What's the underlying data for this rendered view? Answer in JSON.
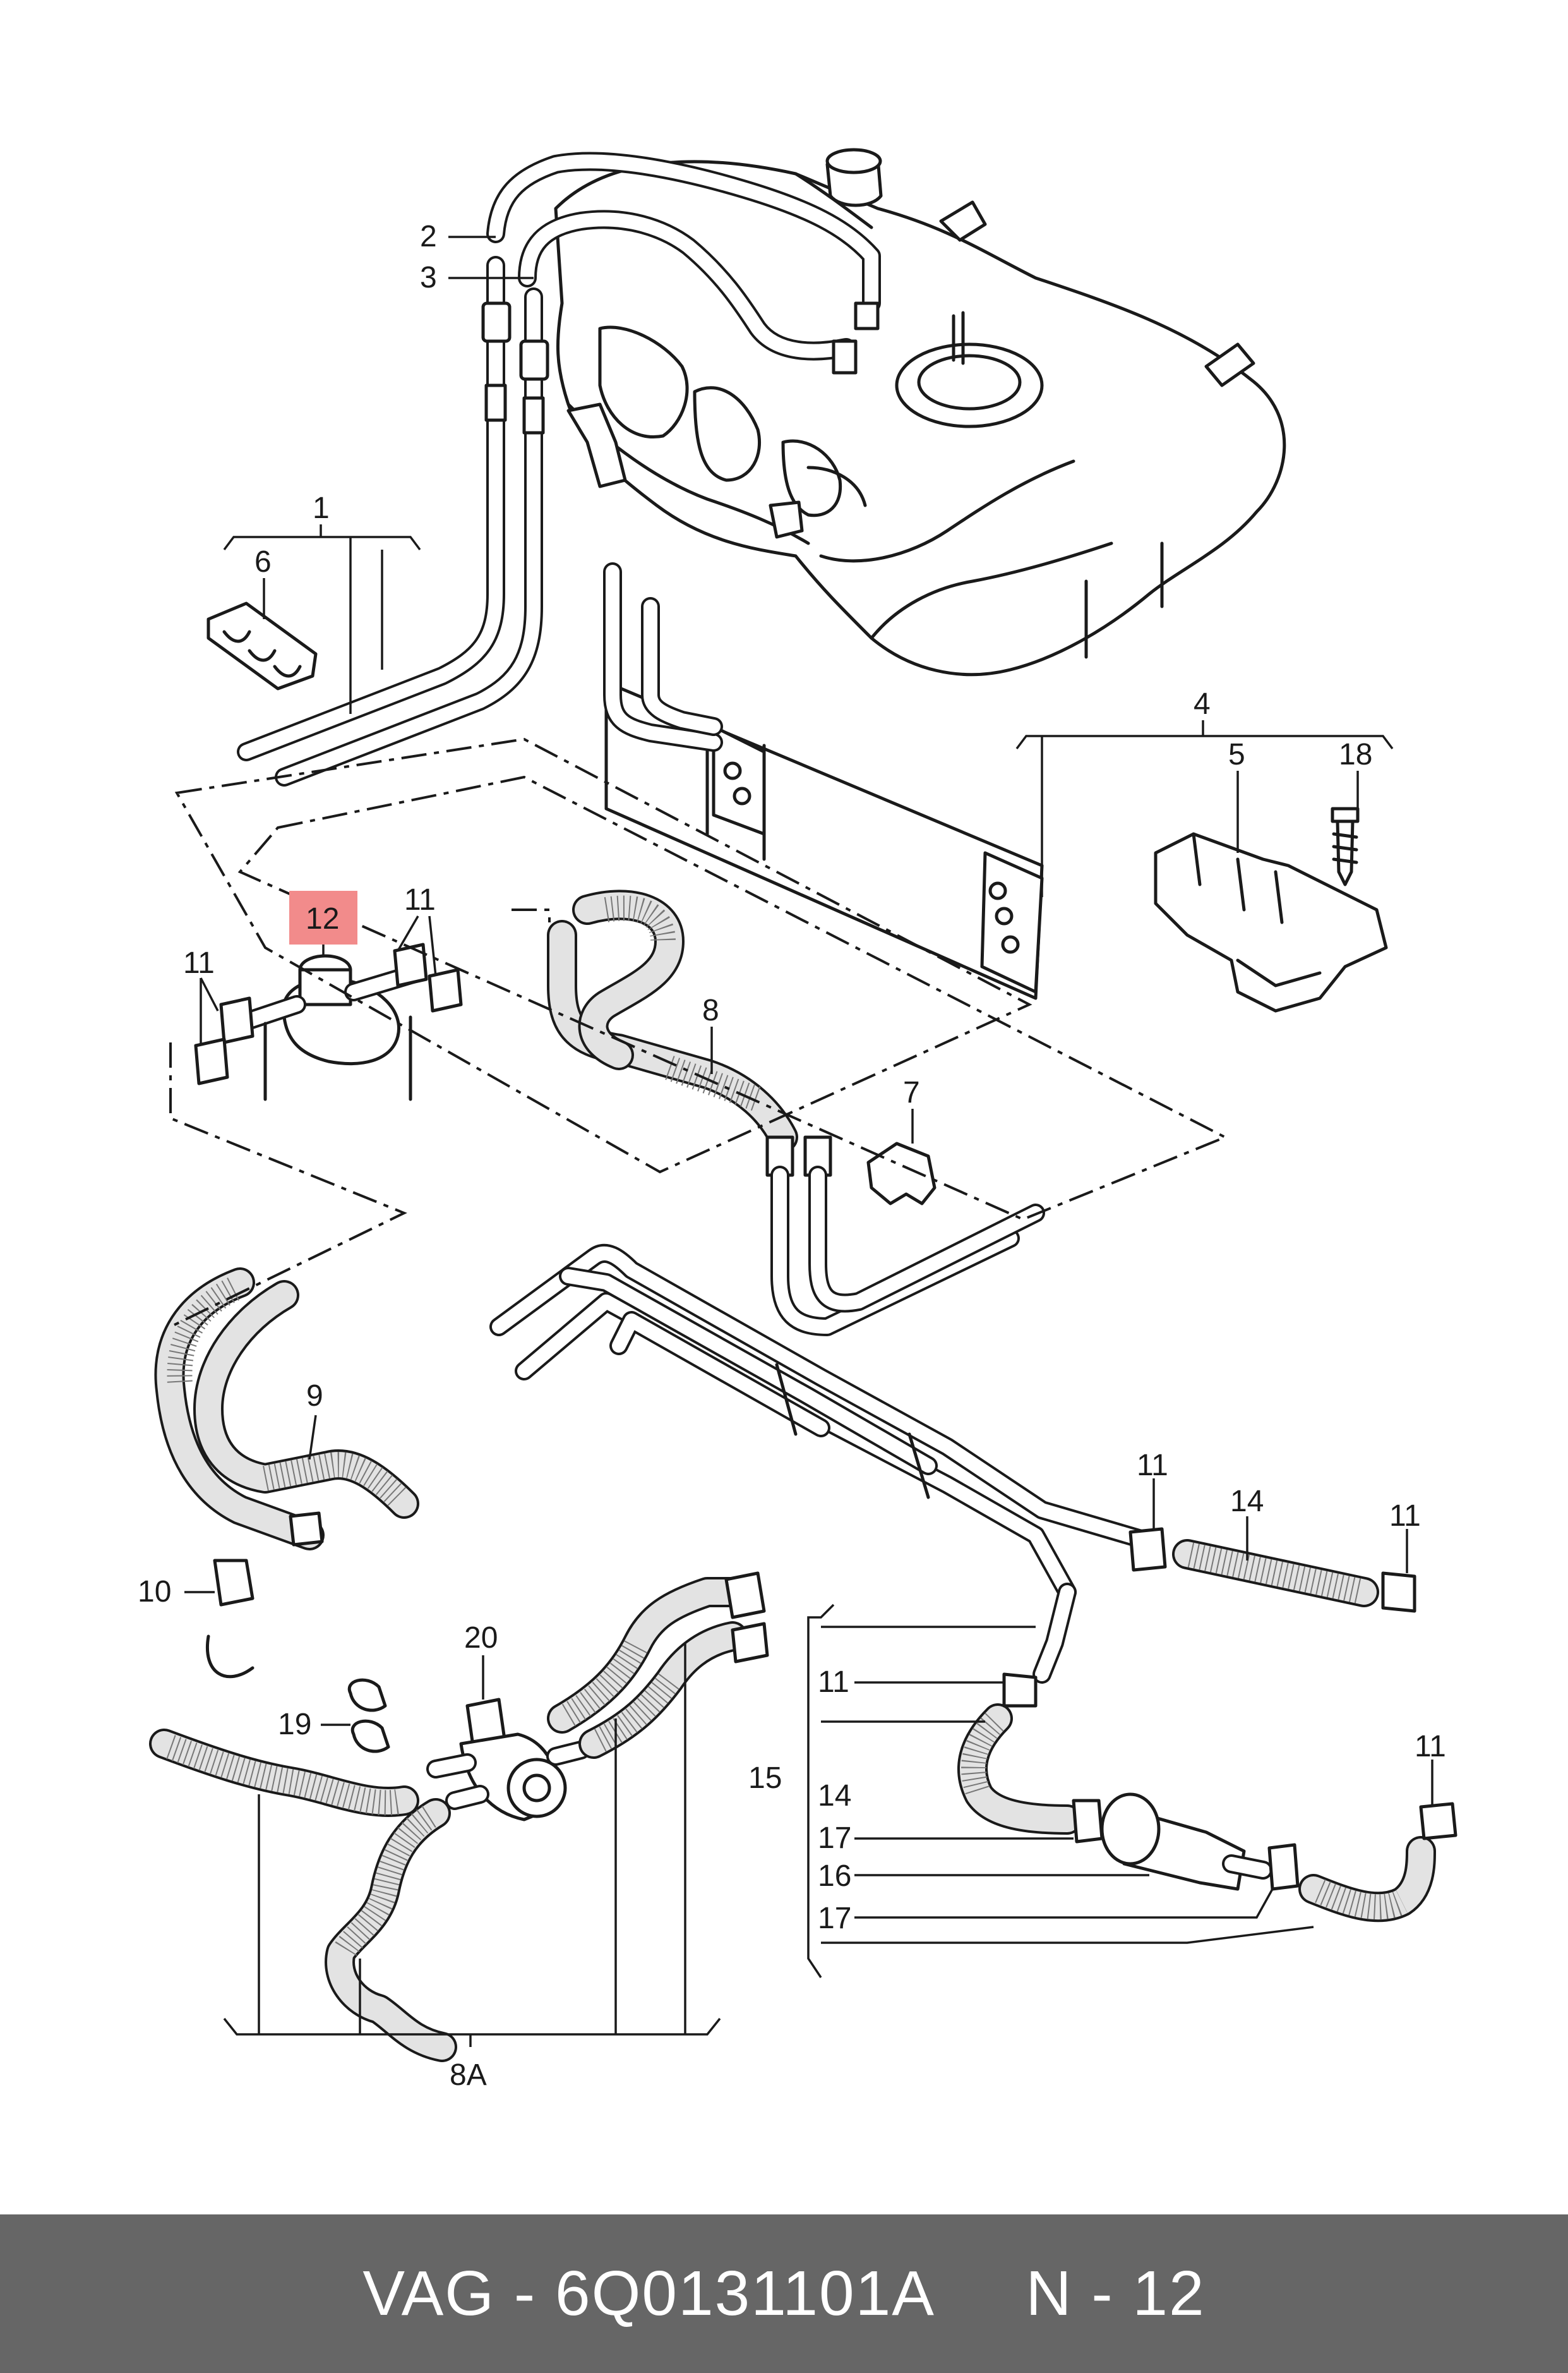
{
  "diagram": {
    "callouts": {
      "c1": "1",
      "c2": "2",
      "c3": "3",
      "c4": "4",
      "c5": "5",
      "c6": "6",
      "c7": "7",
      "c8": "8",
      "c8a": "8A",
      "c9": "9",
      "c10": "10",
      "c11": "11",
      "c12": "12",
      "c14": "14",
      "c15": "15",
      "c16": "16",
      "c17": "17",
      "c18": "18",
      "c19": "19",
      "c20": "20"
    },
    "highlight_color": "#f28b8b"
  },
  "footer": {
    "brand": "VAG",
    "part_number": "6Q0131101A",
    "position": "N - 12",
    "background": "#666666"
  }
}
